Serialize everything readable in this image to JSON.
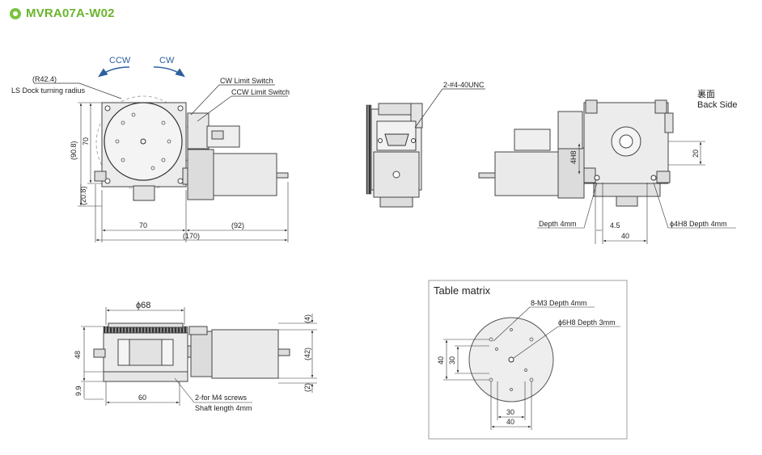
{
  "model": "MVRA07A-W02",
  "accent_color": "#6ab42e",
  "rotation": {
    "ccw": "CCW",
    "cw": "CW"
  },
  "top_view": {
    "turning_radius": "(R42.4)",
    "turning_radius_note": "LS Dock turning radius",
    "cw_limit": "CW Limit Switch",
    "ccw_limit": "CCW Limit Switch",
    "dim_90_8": "(90.8)",
    "dim_70_v": "70",
    "dim_20_8": "(20.8)",
    "dim_70_h": "70",
    "dim_92": "(92)",
    "dim_170": "(170)"
  },
  "end_view": {
    "thread": "2-#4-40UNC"
  },
  "side_view": {
    "back_jp": "裏面",
    "back_en": "Back Side",
    "dim_4h8": "4H8",
    "dim_20": "20",
    "depth": "Depth 4mm",
    "dim_4_5": "4.5",
    "phi_depth": "ϕ4H8 Depth 4mm",
    "dim_40": "40"
  },
  "front_view": {
    "phi68": "ϕ68",
    "dim_4": "(4)",
    "dim_42": "(42)",
    "dim_2": "(2)",
    "dim_48": "48",
    "dim_9_9": "9.9",
    "dim_60": "60",
    "screws_1": "2-for M4 screws",
    "screws_2": "Shaft length 4mm"
  },
  "table_matrix": {
    "title": "Table matrix",
    "m3": "8-M3 Depth 4mm",
    "phi6": "ϕ6H8 Depth 3mm",
    "dim_40_v": "40",
    "dim_30_v": "30",
    "dim_30_h": "30",
    "dim_40_h": "40"
  }
}
